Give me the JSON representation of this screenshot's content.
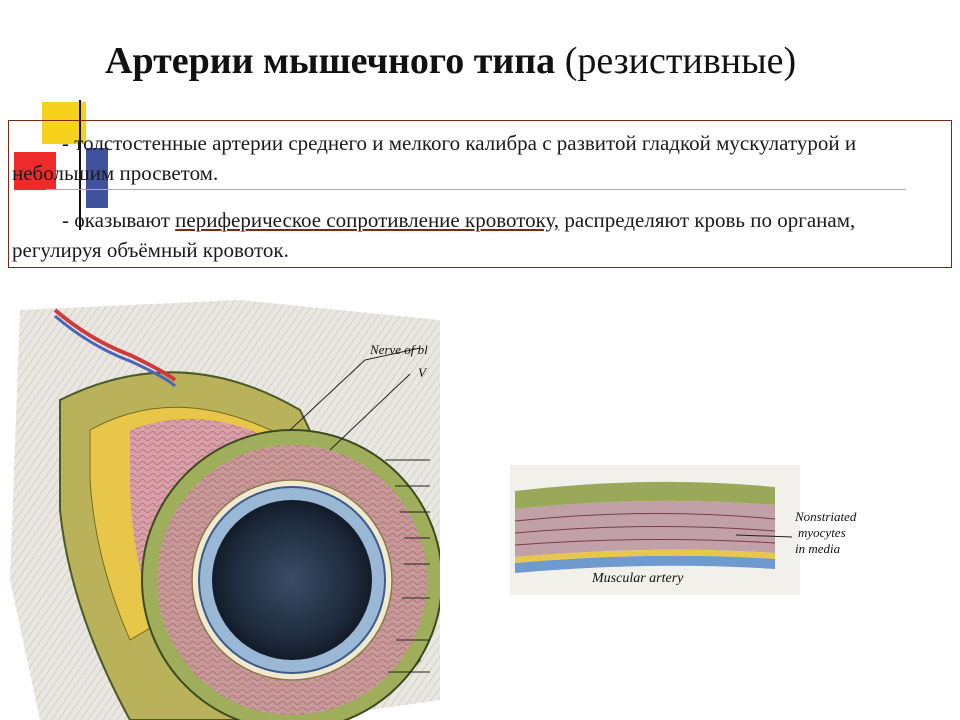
{
  "slide": {
    "title_bold": "Артерии мышечного типа",
    "title_normal": "(резистивные)",
    "paragraph1": "- толстостенные артерии среднего и мелкого калибра  с развитой гладкой мускулатурой и небольшим просветом.",
    "paragraph2_before": "- оказывают ",
    "paragraph2_underlined": "периферическое сопротивление кровотоку,",
    "paragraph2_after": " распределяют кровь по органам, регулируя объёмный кровоток."
  },
  "left_figure": {
    "label_nerve": "Nerve of bl",
    "label_v": "V"
  },
  "right_figure": {
    "label_nonstriated_1": "Nonstriated",
    "label_nonstriated_2": "myocytes",
    "label_nonstriated_3": "in media",
    "caption": "Muscular artery"
  },
  "colors": {
    "border": "#7a2a12",
    "deco_yellow": "#f7d21c",
    "deco_red": "#ee2a2a",
    "deco_blue": "#2c3f92"
  }
}
